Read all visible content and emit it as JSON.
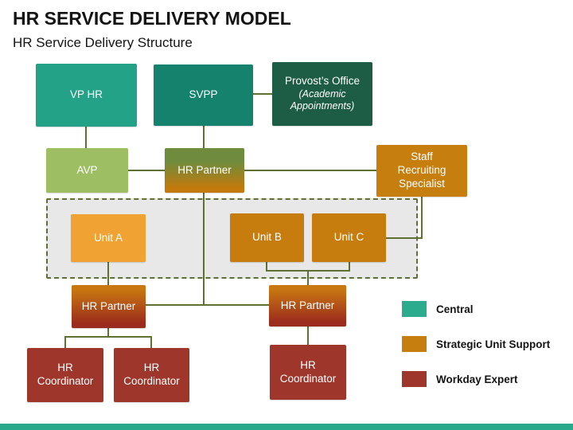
{
  "slide": {
    "title": "HR SERVICE DELIVERY MODEL",
    "subtitle": "HR Service Delivery Structure",
    "footer_bar_color": "#2BA98C"
  },
  "nodes": {
    "vp_hr": {
      "label": "VP HR",
      "color": "#23A288"
    },
    "svpp": {
      "label": "SVPP",
      "color": "#15826D"
    },
    "provost": {
      "label": "Provost’s Office",
      "sublabel": "(Academic Appointments)",
      "color": "#1D5C45"
    },
    "avp": {
      "label": "AVP",
      "color": "#9DBE63"
    },
    "hr_partner_mid": {
      "label": "HR Partner",
      "color_top": "#6F8C3E",
      "color_bottom": "#C3790B"
    },
    "staff_recruiting": {
      "label": "Staff Recruiting Specialist",
      "color": "#C67E0F"
    },
    "unit_a": {
      "label": "Unit A",
      "color": "#F0A233"
    },
    "unit_b": {
      "label": "Unit B",
      "color": "#C77D0E"
    },
    "unit_c": {
      "label": "Unit C",
      "color": "#C77D0E"
    },
    "hr_partner_left": {
      "label": "HR Partner",
      "color_top": "#C87711",
      "color_bottom": "#9B2B1C"
    },
    "hr_partner_right": {
      "label": "HR Partner",
      "color_top": "#C87711",
      "color_bottom": "#9B2B1C"
    },
    "hr_coordinator_1": {
      "label": "HR Coordinator",
      "color": "#9E362B"
    },
    "hr_coordinator_2": {
      "label": "HR Coordinator",
      "color": "#9E362B"
    },
    "hr_coordinator_3": {
      "label": "HR Coordinator",
      "color": "#9E362B"
    }
  },
  "legend": {
    "items": [
      {
        "label": "Central",
        "color": "#2BAC8C"
      },
      {
        "label": "Strategic Unit Support",
        "color": "#C67E0F"
      },
      {
        "label": "Workday Expert",
        "color": "#9E362B"
      }
    ]
  },
  "styles": {
    "connector_color": "#5E7032",
    "unit_group_fill": "#E8E8E8",
    "unit_group_border": "#5F7036"
  }
}
